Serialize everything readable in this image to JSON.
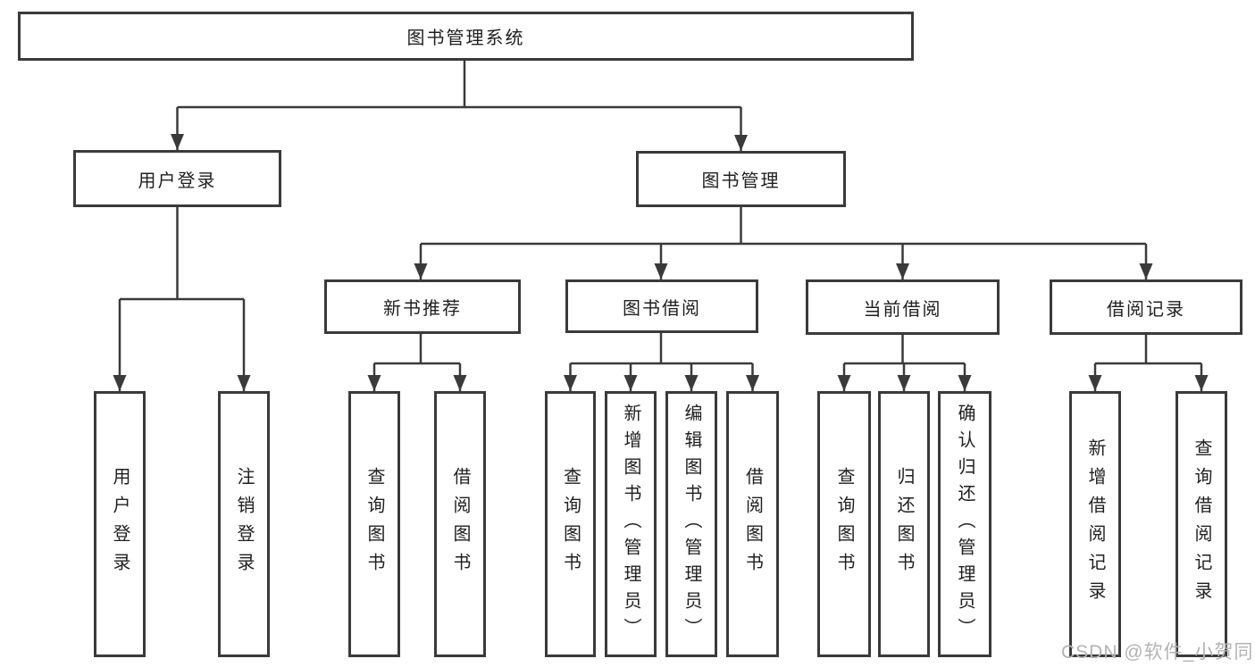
{
  "diagram": {
    "root": {
      "label": "图书管理系统",
      "children": [
        {
          "label": "用户登录",
          "children": [
            {
              "label": "用户登录"
            },
            {
              "label": "注销登录"
            }
          ]
        },
        {
          "label": "图书管理",
          "children": [
            {
              "label": "新书推荐",
              "children": [
                {
                  "label": "查询图书"
                },
                {
                  "label": "借阅图书"
                }
              ]
            },
            {
              "label": "图书借阅",
              "children": [
                {
                  "label": "查询图书"
                },
                {
                  "label": "新增图书（管理员）"
                },
                {
                  "label": "编辑图书（管理员）"
                },
                {
                  "label": "借阅图书"
                }
              ]
            },
            {
              "label": "当前借阅",
              "children": [
                {
                  "label": "查询图书"
                },
                {
                  "label": "归还图书"
                },
                {
                  "label": "确认归还（管理员）"
                }
              ]
            },
            {
              "label": "借阅记录",
              "children": [
                {
                  "label": "新增借阅记录"
                },
                {
                  "label": "查询借阅记录"
                }
              ]
            }
          ]
        }
      ]
    },
    "watermark": "CSDN @软件_小贺同学",
    "colors": {
      "line": "#3a3a3a",
      "box_border": "#3a3a3a",
      "text": "#1f1f1f",
      "watermark": "#b3b3b3",
      "background": "#ffffff"
    }
  }
}
